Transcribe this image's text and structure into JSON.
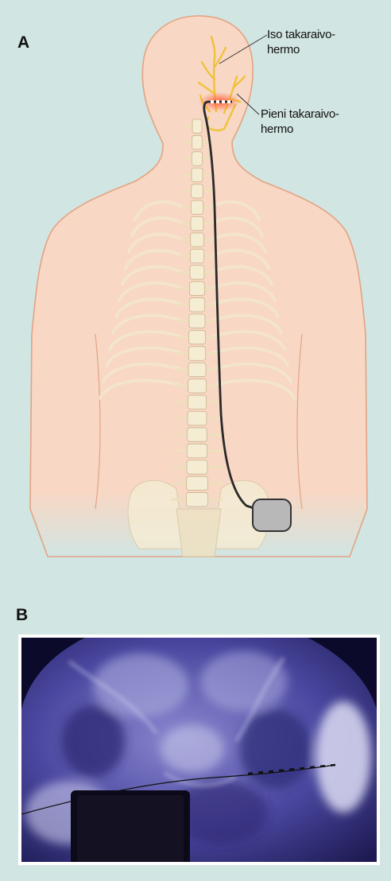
{
  "panels": {
    "a": {
      "letter": "A"
    },
    "b": {
      "letter": "B"
    }
  },
  "labels": {
    "greater_occipital": {
      "line1": "Iso takaraivo-",
      "line2": "hermo"
    },
    "lesser_occipital": {
      "line1": "Pieni takaraivo-",
      "line2": "hermo"
    }
  },
  "colors": {
    "background": "#d1e5e2",
    "skin": "#f8d7c4",
    "skin_outline": "#e3a383",
    "bone": "#f5ecd4",
    "nerve": "#f0c23a",
    "lead": "#222222",
    "stimulation_glow": "#e8402a",
    "xray_dark": "#1c1a4a",
    "xray_mid": "#5552a8",
    "xray_light": "#c8c9ea"
  }
}
